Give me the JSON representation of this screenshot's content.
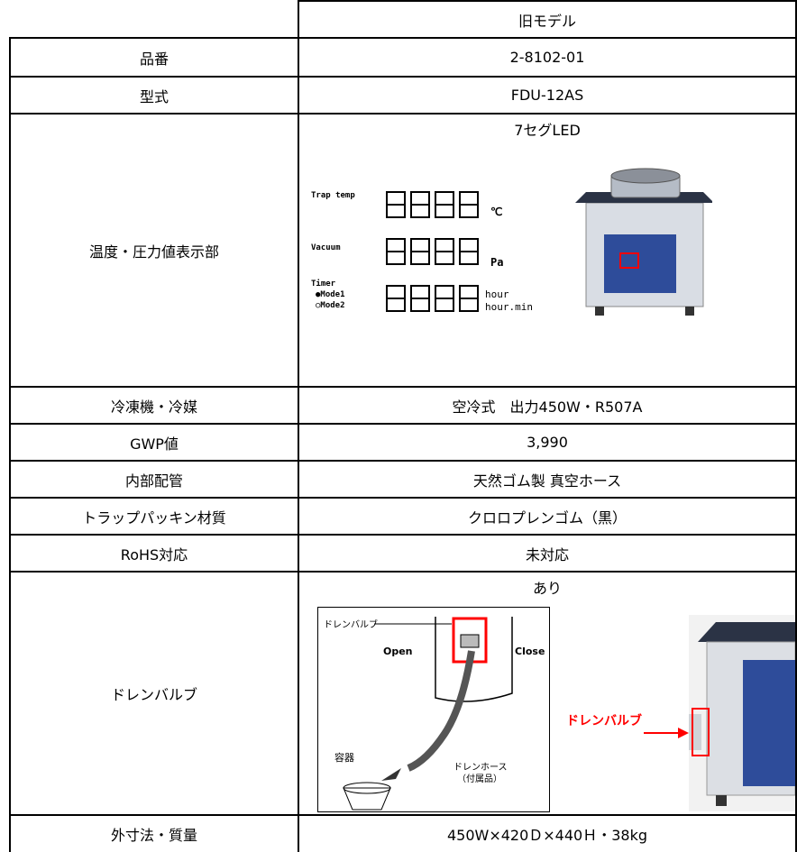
{
  "header": {
    "model": "旧モデル"
  },
  "rows": [
    {
      "label": "品番",
      "value": "2-8102-01"
    },
    {
      "label": "型式",
      "value": "FDU-12AS"
    },
    {
      "label": "温度・圧力値表示部",
      "value": "7セグLED"
    },
    {
      "label": "冷凍機・冷媒",
      "value": "空冷式　出力450W・R507A"
    },
    {
      "label": "GWP値",
      "value": "3,990"
    },
    {
      "label": "内部配管",
      "value": "天然ゴム製 真空ホース"
    },
    {
      "label": "トラップパッキン材質",
      "value": "クロロプレンゴム（黒）"
    },
    {
      "label": "RoHS対応",
      "value": "未対応"
    },
    {
      "label": "ドレンバルブ",
      "value": "あり"
    },
    {
      "label": "外寸法・質量",
      "value": "450W×420Ｄ×440Ｈ・38kg"
    }
  ],
  "display_panel": {
    "trap_label": "Trap temp",
    "trap_digits": "8.8.8.8",
    "trap_unit": "℃",
    "vacuum_label": "Vacuum",
    "vacuum_digits": "8.8.8.8",
    "vacuum_unit": "Pa",
    "timer_label": "Timer",
    "mode1_label": "●Mode1",
    "mode2_label": "○Mode2",
    "timer_digits": "8.8.8.8",
    "timer_unit1": "hour",
    "timer_unit2": "hour.min"
  },
  "drain_diagram": {
    "valve_label": "ドレンバルブ",
    "open_label": "Open",
    "close_label": "Close",
    "container_label": "容器",
    "hose_label": "ドレンホース",
    "hose_note": "（付属品）"
  },
  "drain_photo": {
    "callout": "ドレンバルブ",
    "callout_color": "#ff0000"
  }
}
